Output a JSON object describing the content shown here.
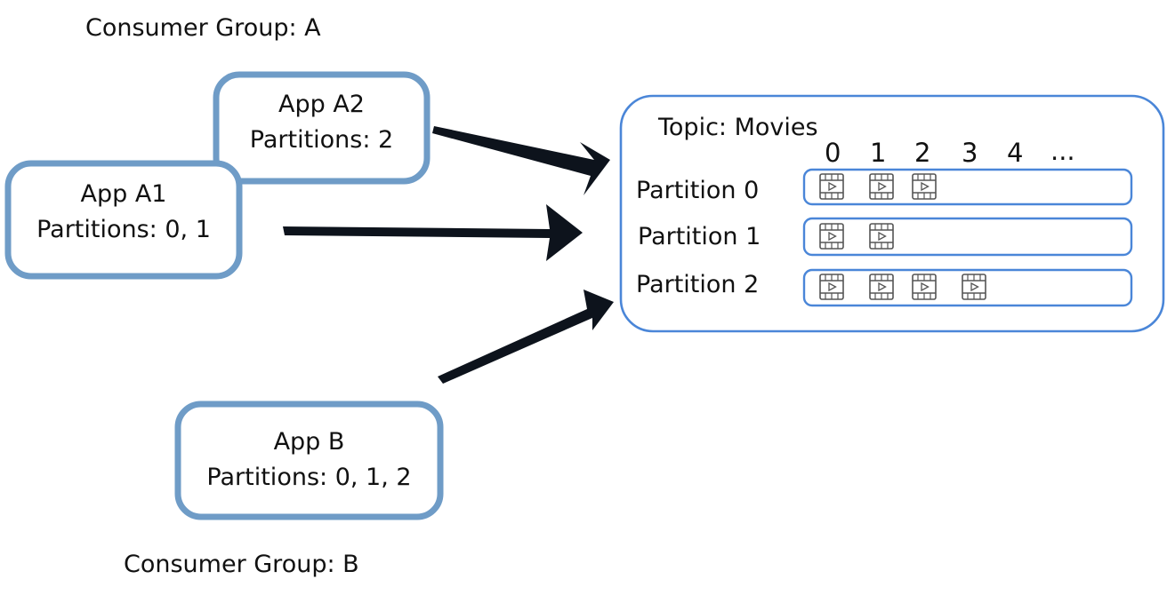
{
  "groups": [
    {
      "label": "Consumer Group: A"
    },
    {
      "label": "Consumer Group: B"
    }
  ],
  "apps": [
    {
      "id": "a2",
      "name": "App A2",
      "partitions": "Partitions: 2"
    },
    {
      "id": "a1",
      "name": "App A1",
      "partitions": "Partitions: 0, 1"
    },
    {
      "id": "b",
      "name": "App B",
      "partitions": "Partitions: 0, 1, 2"
    }
  ],
  "topic": {
    "title": "Topic: Movies",
    "offsets": [
      "0",
      "1",
      "2",
      "3",
      "4",
      "..."
    ],
    "partitions": [
      {
        "label": "Partition 0",
        "message_count": 3
      },
      {
        "label": "Partition 1",
        "message_count": 2
      },
      {
        "label": "Partition 2",
        "message_count": 4
      }
    ]
  },
  "colors": {
    "app_box": "#6f9cc7",
    "topic_box": "#4a86d8",
    "arrow": "#0d131c",
    "text": "#111111"
  },
  "icons": {
    "message": "film-icon",
    "arrow": "arrow-icon"
  }
}
